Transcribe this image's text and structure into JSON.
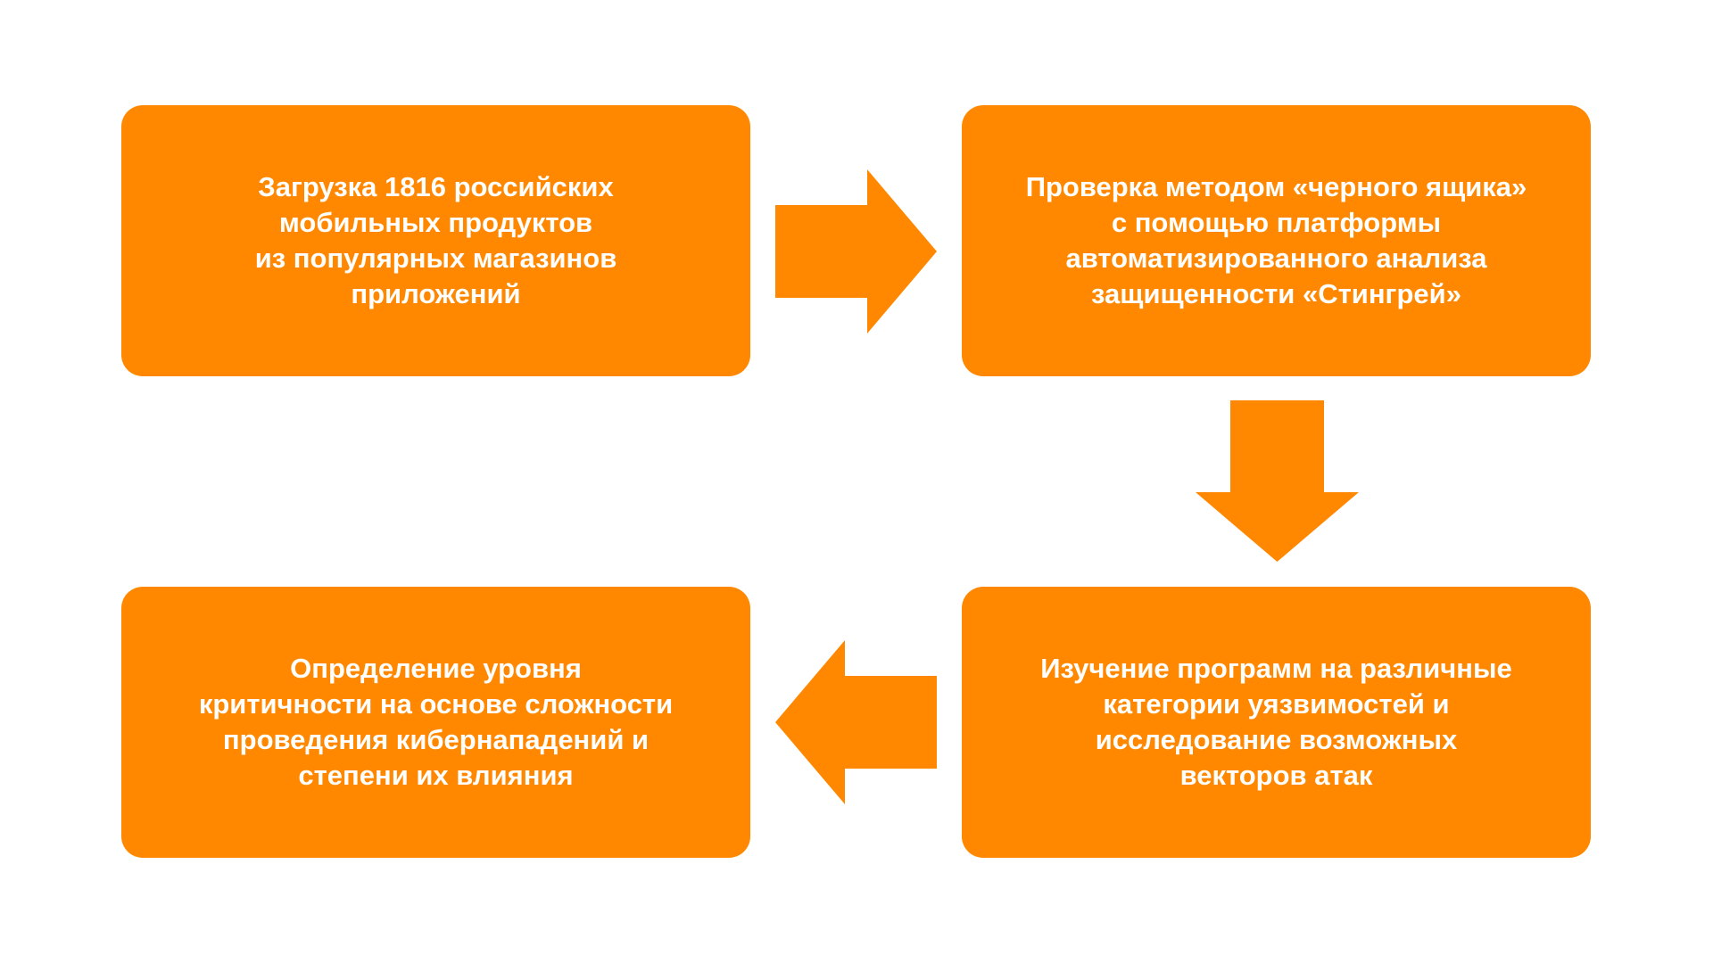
{
  "colors": {
    "accent": "#FF8800",
    "text": "#FFFFFF",
    "background": "#FFFFFF"
  },
  "steps": [
    {
      "text": "Загрузка 1816 российских\nмобильных продуктов\nиз популярных магазинов\nприложений"
    },
    {
      "text": "Проверка методом «черного ящика»\nс помощью платформы\nавтоматизированного анализа\nзащищенности «Стингрей»"
    },
    {
      "text": "Изучение программ на различные\nкатегории уязвимостей и\nисследование возможных\nвекторов атак"
    },
    {
      "text": "Определение уровня\nкритичности на основе сложности\nпроведения кибернападений и\nстепени их влияния"
    }
  ]
}
